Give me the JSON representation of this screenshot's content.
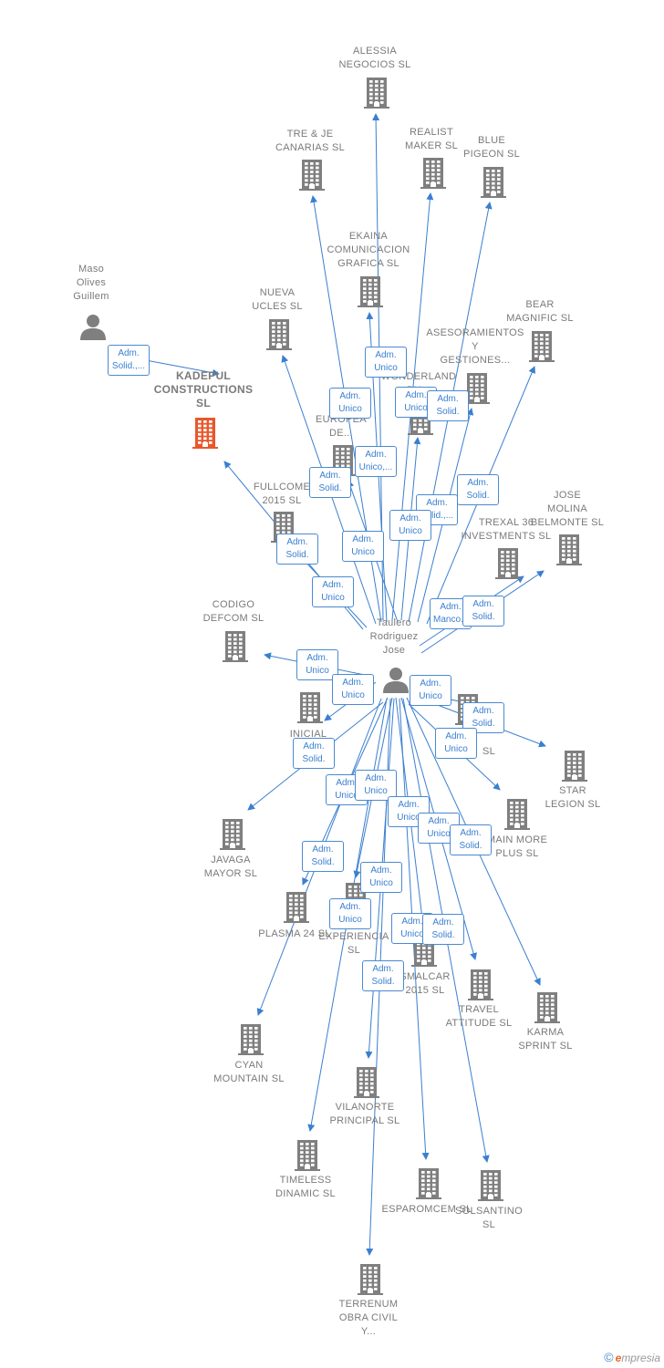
{
  "colors": {
    "node": "#7f7f7f",
    "highlight": "#e8582c",
    "edge": "#3a7fd0",
    "label": "#7a7a7a"
  },
  "center": {
    "id": "taulero",
    "label": "Taulero\nRodriguez\nJose",
    "type": "person"
  },
  "nodes": [
    {
      "id": "alessia",
      "label": "ALESSIA\nNEGOCIOS  SL",
      "type": "company"
    },
    {
      "id": "trejc",
      "label": "TRE & JE\nCANARIAS  SL",
      "type": "company"
    },
    {
      "id": "realist",
      "label": "REALIST\nMAKER  SL",
      "type": "company"
    },
    {
      "id": "bluep",
      "label": "BLUE\nPIGEON  SL",
      "type": "company"
    },
    {
      "id": "ekaina",
      "label": "EKAINA\nCOMUNICACION\nGRAFICA  SL",
      "type": "company"
    },
    {
      "id": "maso",
      "label": "Maso\nOlives\nGuillem",
      "type": "person"
    },
    {
      "id": "nuevaucles",
      "label": "NUEVA\nUCLES  SL",
      "type": "company"
    },
    {
      "id": "bear",
      "label": "BEAR\nMAGNIFIC  SL",
      "type": "company"
    },
    {
      "id": "asesor",
      "label": "ASESORAMIENTOS\nY\nGESTIONES...",
      "type": "company"
    },
    {
      "id": "kadepul",
      "label": "KADEPUL\nCONSTRUCTIONS\nSL",
      "type": "company",
      "highlight": true
    },
    {
      "id": "wonderland",
      "label": "WONDERLAND\nBU...",
      "type": "company"
    },
    {
      "id": "hispeuropea",
      "label": "HI...\nEUROPEA\nDE...",
      "type": "company"
    },
    {
      "id": "fullcome",
      "label": "FULLCOME\n2015  SL",
      "type": "company"
    },
    {
      "id": "josemolina",
      "label": "JOSE\nMOLINA\nBELMONTE  SL",
      "type": "company"
    },
    {
      "id": "trexal",
      "label": "TREXAL 36\nINVESTMENTS SL",
      "type": "company"
    },
    {
      "id": "codigo",
      "label": "CODIGO\nDEFCOM  SL",
      "type": "company"
    },
    {
      "id": "inicial",
      "label": "INICIAL\nSP...",
      "type": "company"
    },
    {
      "id": "hidden_sl",
      "label": "SL",
      "type": "company"
    },
    {
      "id": "starlegion",
      "label": "STAR\nLEGION  SL",
      "type": "company"
    },
    {
      "id": "javaga",
      "label": "JAVAGA\nMAYOR  SL",
      "type": "company"
    },
    {
      "id": "mainmore",
      "label": "MAIN MORE\nPLUS  SL",
      "type": "company"
    },
    {
      "id": "plasma",
      "label": "PLASMA 24 SL",
      "type": "company"
    },
    {
      "id": "experiencia",
      "label": "EXPERIENCIA\nSL",
      "type": "company"
    },
    {
      "id": "smalcar",
      "label": "SMALCAR\n2015  SL",
      "type": "company"
    },
    {
      "id": "travel",
      "label": "TRAVEL\nATTITUDE  SL",
      "type": "company"
    },
    {
      "id": "karma",
      "label": "KARMA\nSPRINT  SL",
      "type": "company"
    },
    {
      "id": "cyan",
      "label": "CYAN\nMOUNTAIN  SL",
      "type": "company"
    },
    {
      "id": "vilanorte",
      "label": "VILANORTE\nPRINCIPAL  SL",
      "type": "company"
    },
    {
      "id": "timeless",
      "label": "TIMELESS\nDINAMIC  SL",
      "type": "company"
    },
    {
      "id": "esparomcem",
      "label": "ESPAROMCEM SL",
      "type": "company"
    },
    {
      "id": "solsantino",
      "label": "SOLSANTINO\nSL",
      "type": "company"
    },
    {
      "id": "terrenum",
      "label": "TERRENUM\nOBRA CIVIL\nY...",
      "type": "company"
    }
  ],
  "badges": [
    {
      "id": "b-maso",
      "label": "Adm.\nSolid.,..."
    },
    {
      "id": "b-alessia",
      "label": "Adm.\nUnico"
    },
    {
      "id": "b-ekaina",
      "label": "Adm.\nUnico"
    },
    {
      "id": "b-wonder",
      "label": "Adm.\nUnico"
    },
    {
      "id": "b-realist",
      "label": "Adm.\nSolid."
    },
    {
      "id": "b-hisp",
      "label": "Adm.\nUnico,..."
    },
    {
      "id": "b-nueva",
      "label": "Adm.\nSolid."
    },
    {
      "id": "b-bear",
      "label": "Adm.\nSolid."
    },
    {
      "id": "b-asesor",
      "label": "Adm.\nSolid.,..."
    },
    {
      "id": "b-blue",
      "label": "Adm.\nUnico"
    },
    {
      "id": "b-fullcome",
      "label": "Adm.\nSolid."
    },
    {
      "id": "b-trejc",
      "label": "Adm.\nUnico"
    },
    {
      "id": "b-kadepul",
      "label": "Adm.\nUnico"
    },
    {
      "id": "b-trexal",
      "label": "Adm.\nManco..."
    },
    {
      "id": "b-jose",
      "label": "Adm.\nSolid."
    },
    {
      "id": "b-codigo",
      "label": "Adm.\nUnico"
    },
    {
      "id": "b-inicial",
      "label": "Adm.\nUnico"
    },
    {
      "id": "b-hidden",
      "label": "Adm.\nUnico"
    },
    {
      "id": "b-star",
      "label": "Adm.\nSolid."
    },
    {
      "id": "b-main",
      "label": "Adm.\nUnico"
    },
    {
      "id": "b-javaga",
      "label": "Adm.\nSolid."
    },
    {
      "id": "b-plasma1",
      "label": "Adm.\nUnico"
    },
    {
      "id": "b-plasma2",
      "label": "Adm.\nUnico"
    },
    {
      "id": "b-exp1",
      "label": "Adm.\nUnico"
    },
    {
      "id": "b-travel",
      "label": "Adm.\nUnico"
    },
    {
      "id": "b-karma",
      "label": "Adm.\nSolid."
    },
    {
      "id": "b-cyan",
      "label": "Adm.\nSolid."
    },
    {
      "id": "b-exp2",
      "label": "Adm.\nUnico"
    },
    {
      "id": "b-timeless",
      "label": "Adm.\nUnico"
    },
    {
      "id": "b-smalcar1",
      "label": "Adm.\nUnico"
    },
    {
      "id": "b-smalcar2",
      "label": "Adm.\nSolid."
    },
    {
      "id": "b-terrenum",
      "label": "Adm.\nSolid."
    }
  ],
  "footer": {
    "copyright": "©",
    "brand_first": "e",
    "brand_rest": "mpresia"
  }
}
